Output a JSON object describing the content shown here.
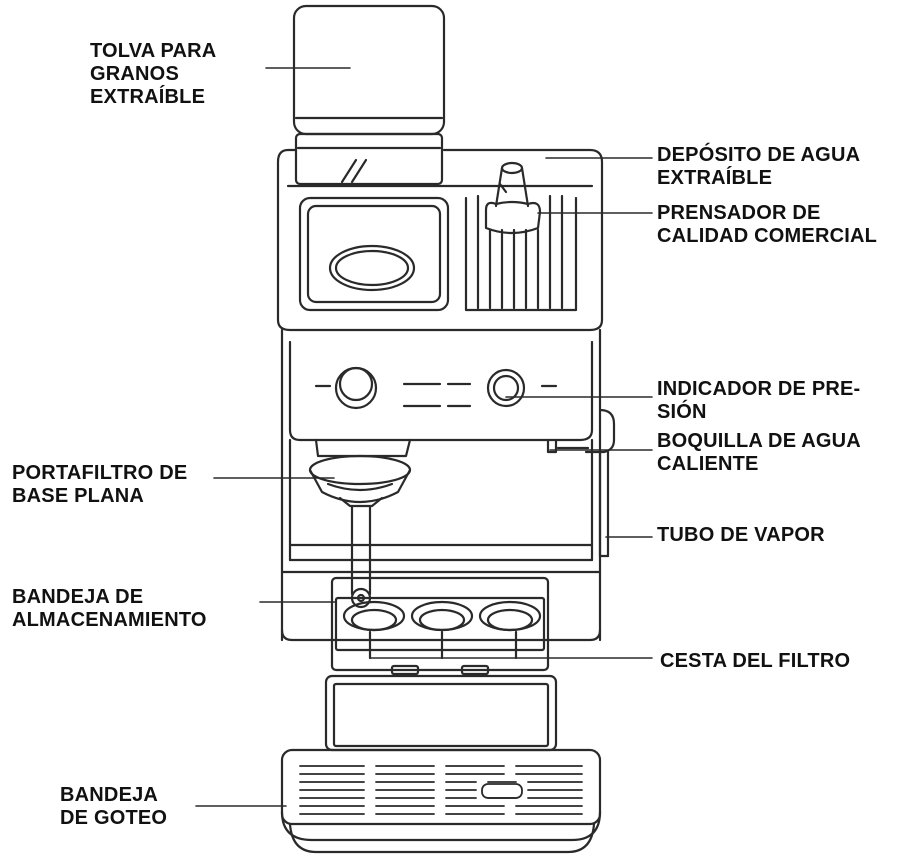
{
  "labels": {
    "hopper": "TOLVA PARA\nGRANOS\nEXTRAÍBLE",
    "water_tank": "DEPÓSITO DE AGUA\nEXTRAÍBLE",
    "tamper": "PRENSADOR DE\nCALIDAD COMERCIAL",
    "pressure_gauge": "INDICADOR DE PRE-\nSIÓN",
    "hot_water_spout": "BOQUILLA DE AGUA\nCALIENTE",
    "portafilter": "PORTAFILTRO DE\nBASE PLANA",
    "steam_wand": "TUBO DE VAPOR",
    "storage_tray": "BANDEJA DE\nALMACENAMIENTO",
    "filter_basket": "CESTA DEL FILTRO",
    "drip_tray": "BANDEJA\nDE GOTEO"
  }
}
